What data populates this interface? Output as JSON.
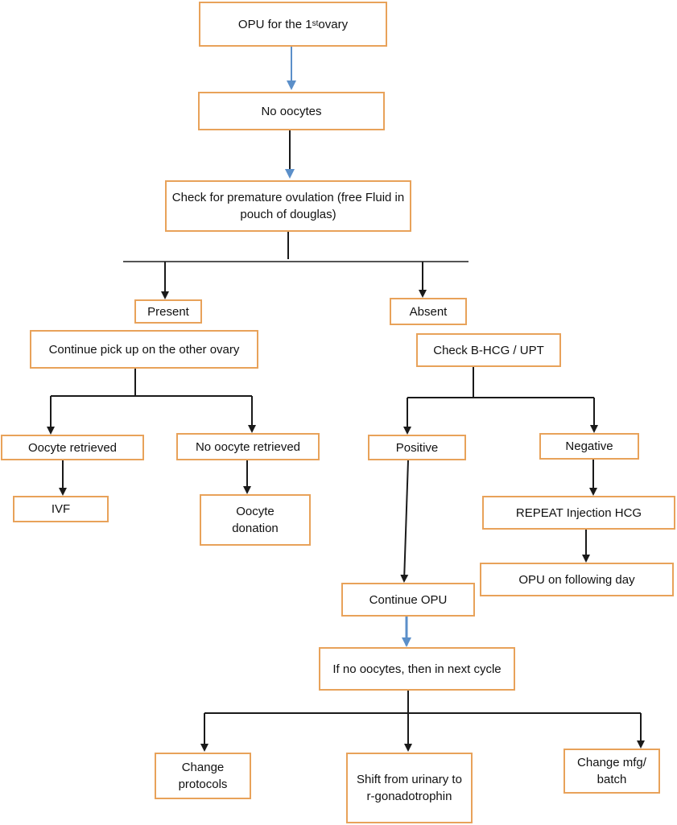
{
  "colors": {
    "box_border": "#e8a25a",
    "line": "#1a1a1a",
    "accent_arrow": "#5b8fc9"
  },
  "nodes": {
    "opu_first": {
      "prefix": "OPU for the 1",
      "sup": "st",
      "suffix": " ovary"
    },
    "no_oocytes": "No oocytes",
    "check_premature": "Check for premature ovulation (free Fluid in pouch of douglas)",
    "present": "Present",
    "absent": "Absent",
    "continue_pickup": "Continue pick up on the other ovary",
    "check_bhcg": "Check B-HCG / UPT",
    "oocyte_retrieved": "Oocyte retrieved",
    "no_oocyte_retrieved": "No oocyte retrieved",
    "positive": "Positive",
    "negative": "Negative",
    "ivf": "IVF",
    "oocyte_donation": "Oocyte donation",
    "repeat_injection": "REPEAT Injection HCG",
    "opu_following": "OPU on following day",
    "continue_opu": "Continue OPU",
    "if_no_oocytes": "If no oocytes, then in next cycle",
    "change_protocols": "Change protocols",
    "shift_urinary": "Shift from urinary to r-gonadotrophin",
    "change_mfg": "Change mfg/ batch"
  }
}
